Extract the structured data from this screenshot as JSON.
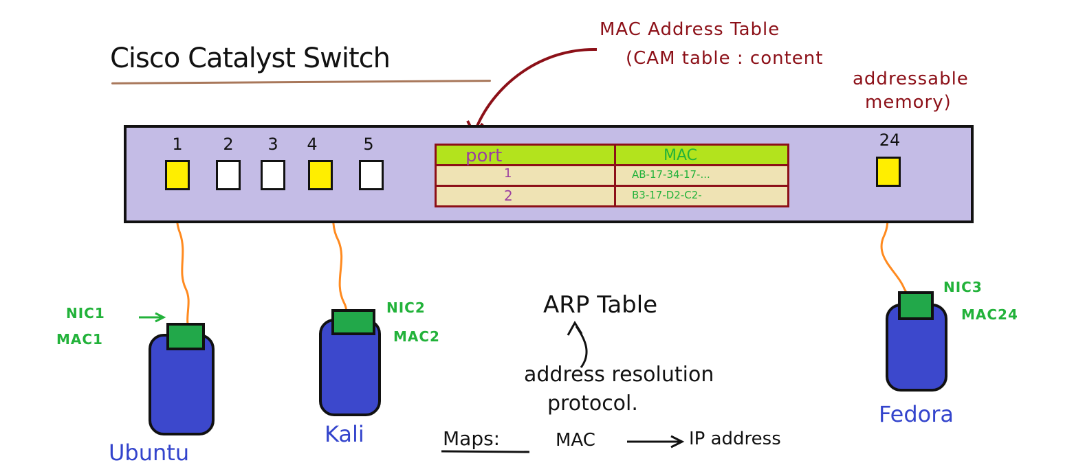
{
  "title": "Cisco Catalyst Switch",
  "cam_note": {
    "line1": "MAC Address Table",
    "line2": "(CAM table : content",
    "line3": "addressable",
    "line4": "memory)"
  },
  "switch": {
    "ports": [
      {
        "number": "1",
        "active": true
      },
      {
        "number": "2",
        "active": false
      },
      {
        "number": "3",
        "active": false
      },
      {
        "number": "4",
        "active": true
      },
      {
        "number": "5",
        "active": false
      },
      {
        "number": "24",
        "active": true
      }
    ]
  },
  "cam_table": {
    "headers": [
      "port",
      "MAC"
    ],
    "rows": [
      {
        "port": "1",
        "mac": "AB-17-34-17-..."
      },
      {
        "port": "2",
        "mac": "B3-17-D2-C2-"
      }
    ]
  },
  "hosts": [
    {
      "name": "Ubuntu",
      "nic": "NIC1",
      "mac": "MAC1"
    },
    {
      "name": "Kali",
      "nic": "NIC2",
      "mac": "MAC2"
    },
    {
      "name": "Fedora",
      "nic": "NIC3",
      "mac": "MAC24"
    }
  ],
  "arp": {
    "title": "ARP Table",
    "expansion_line1": "address resolution",
    "expansion_line2": "protocol.",
    "maps_label": "Maps:",
    "maps_from": "MAC",
    "maps_to": "IP address"
  },
  "colors": {
    "switch_body": "#c4bce6",
    "port_active": "#ffee00",
    "host_body": "#3c48cc",
    "nic": "#22a84a",
    "cable": "#ff8a1f",
    "annotation_red": "#8c1018",
    "table_header": "#b3e31d",
    "table_body": "#efe3b4"
  }
}
